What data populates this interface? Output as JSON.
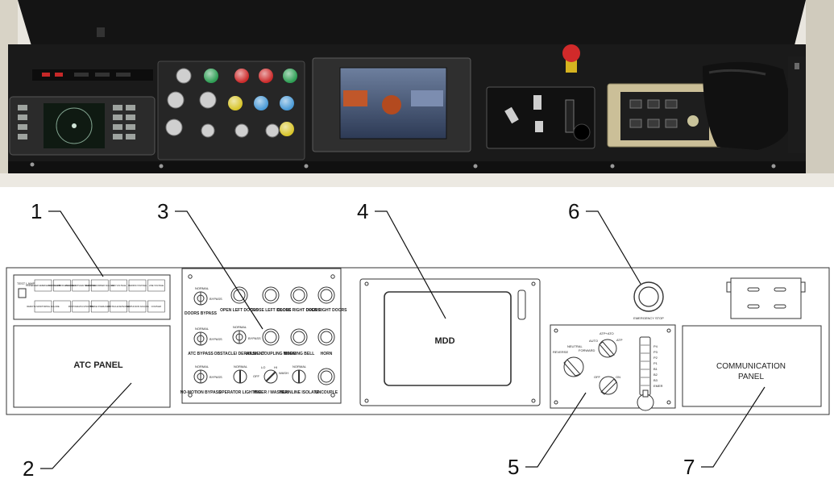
{
  "callouts": [
    "1",
    "2",
    "3",
    "4",
    "5",
    "6",
    "7"
  ],
  "atc": {
    "title": "ATC PANEL",
    "test_lamp": "TEST LAMP",
    "indicators_row1": [
      "PASSENGER EMERGENCY ALARM",
      "DOORS & BRIDGE LOCKED",
      "BRAKES APPLIED/ RELEASED",
      "EVENT RECORDER FAILURE",
      "LOW VOLTAGE",
      "MEDIUM VOLTAGE",
      "LINE VOLTAGE"
    ],
    "indicators_row2": [
      "REMOTE MONITORING FAILURE",
      "",
      "PANTOGRAPH UP/DOWN",
      "BRAKE OVERLOAD",
      "OBSTACLE DETECTED",
      "PROPULSION FAILURE",
      "COUPLED"
    ]
  },
  "switches": {
    "normal_label": "NORMAL",
    "bypass_label": "BYPASS",
    "items": [
      "DOORS BYPASS",
      "ATC BYPASS",
      "NO-MOTION BYPASS",
      "OBSTACLE/ DERAILMENT",
      "OPERATOR LIGHTING",
      "WIPER / WASHER",
      "TRAINLINE ISOLATE"
    ],
    "wiper_positions": [
      "LO",
      "HI",
      "OFF",
      "WASH"
    ]
  },
  "pushbuttons": [
    "OPEN LEFT DOORS",
    "CLOSE LEFT DOORS",
    "CLOSE RIGHT DOORS",
    "OPEN RIGHT DOORS",
    "WASH / COUPLING MODE",
    "WARNING BELL",
    "HORN",
    "UNCOUPLE"
  ],
  "mdd": {
    "label": "MDD"
  },
  "master_controller": {
    "mode_labels": [
      "AUTO",
      "ATP+ATO",
      "ATP"
    ],
    "direction_labels": [
      "REVERSE",
      "NEUTRAL",
      "FORWARD"
    ],
    "key_labels": [
      "OFF",
      "ON"
    ],
    "notch_labels": [
      "P4",
      "P3",
      "P2",
      "P1",
      "B1",
      "B2",
      "B3",
      "EMER"
    ]
  },
  "emergency_stop": {
    "label": "EMERGENCY STOP"
  },
  "comm": {
    "title_line1": "COMMUNICATION",
    "title_line2": "PANEL"
  }
}
